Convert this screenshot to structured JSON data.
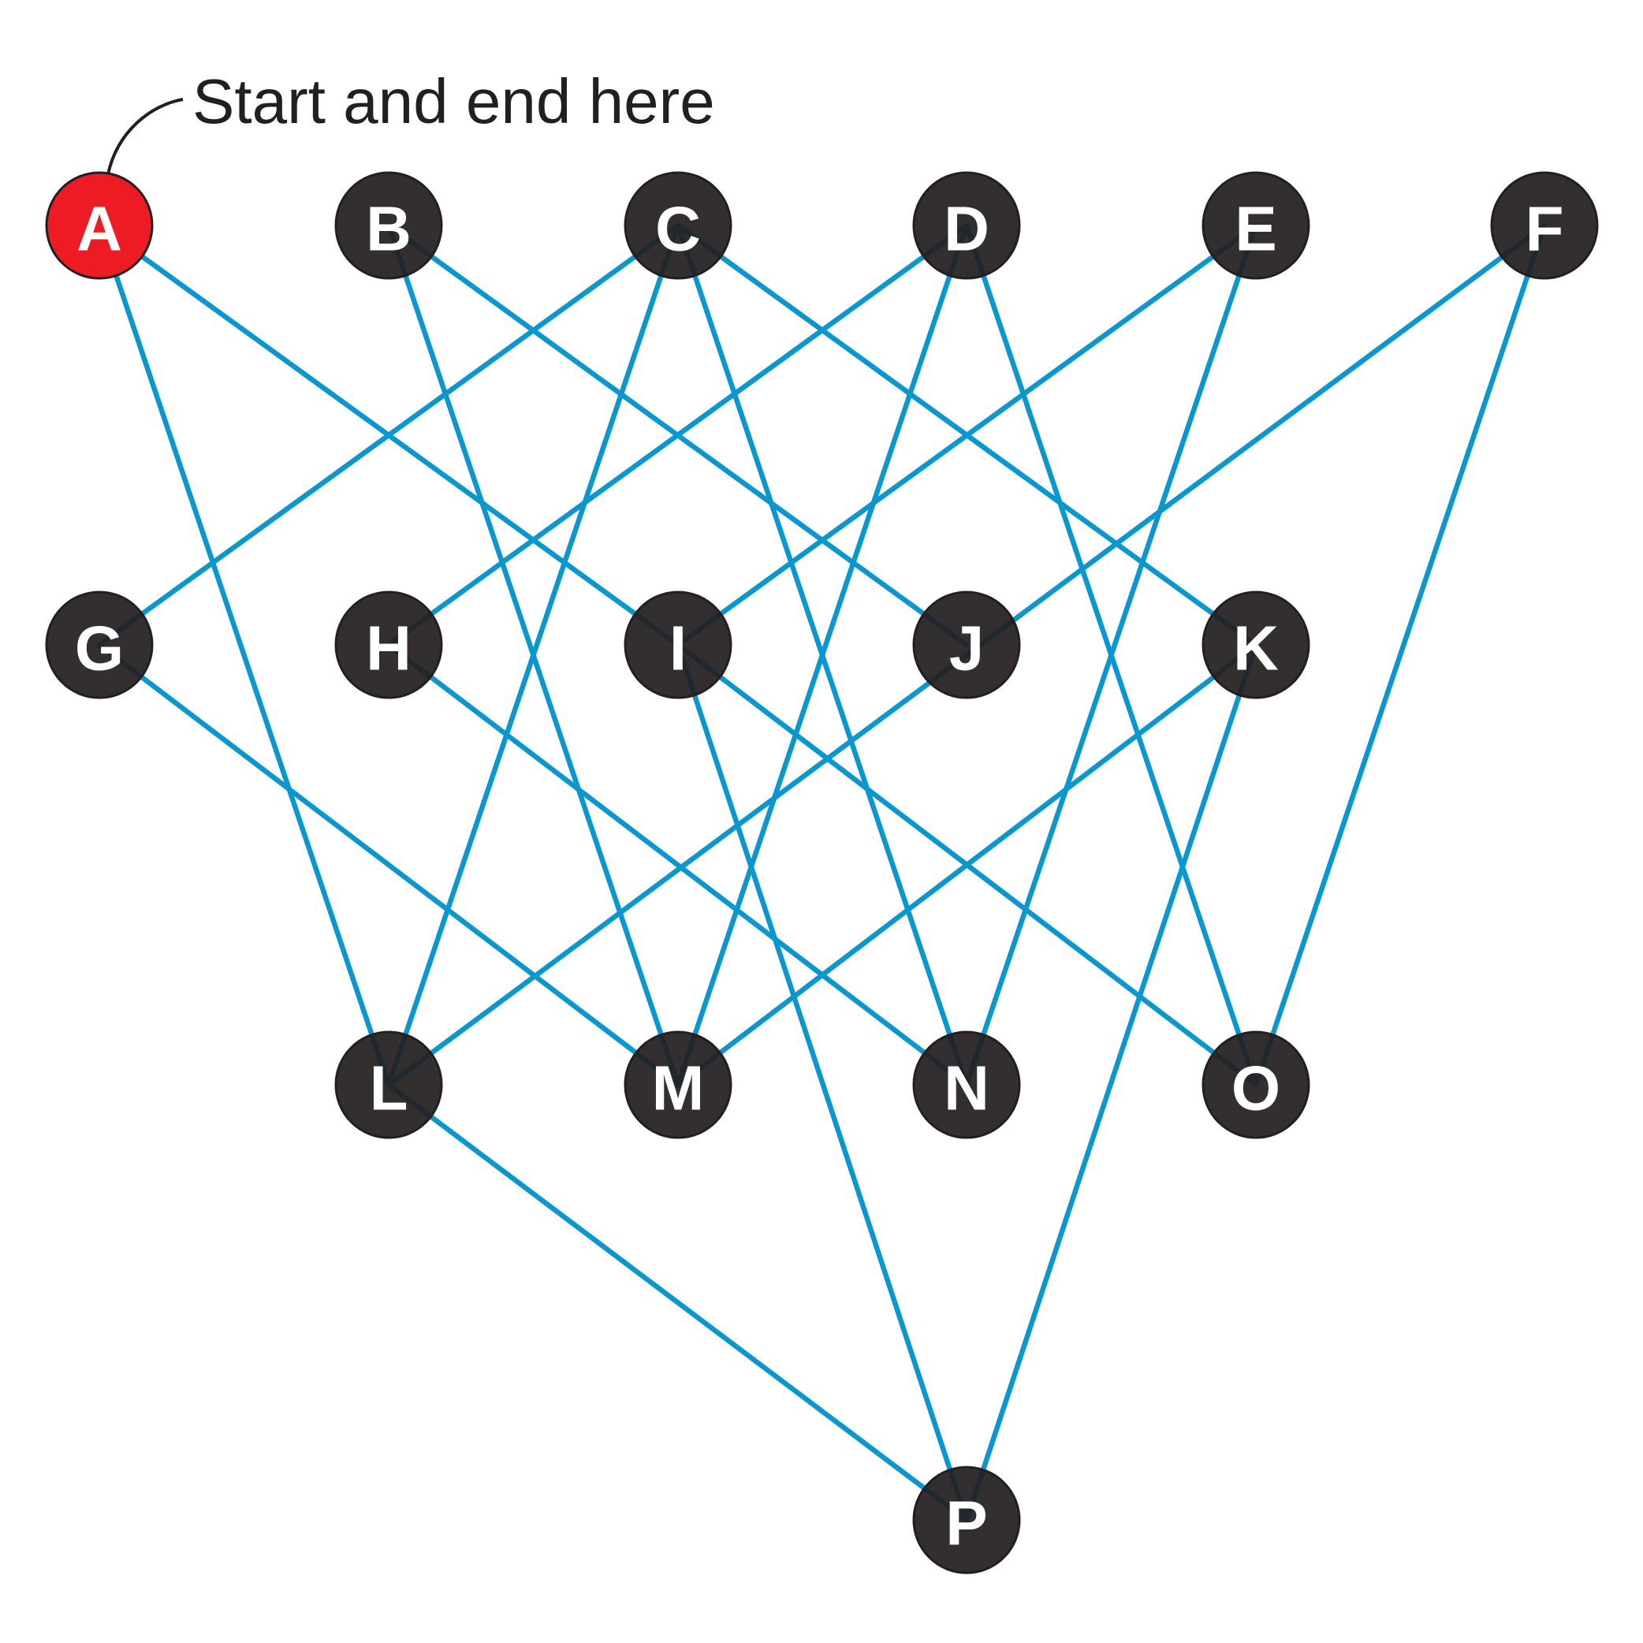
{
  "callout": {
    "text": "Start and end here",
    "target_node": "A"
  },
  "colors": {
    "edge": "#0a97cf",
    "node": "#231f20",
    "start_node": "#ed1c24",
    "label": "#ffffff",
    "callout": "#231f20"
  },
  "start_node": "A",
  "nodes": [
    {
      "id": "A",
      "label": "A"
    },
    {
      "id": "B",
      "label": "B"
    },
    {
      "id": "C",
      "label": "C"
    },
    {
      "id": "D",
      "label": "D"
    },
    {
      "id": "E",
      "label": "E"
    },
    {
      "id": "F",
      "label": "F"
    },
    {
      "id": "G",
      "label": "G"
    },
    {
      "id": "H",
      "label": "H"
    },
    {
      "id": "I",
      "label": "I"
    },
    {
      "id": "J",
      "label": "J"
    },
    {
      "id": "K",
      "label": "K"
    },
    {
      "id": "L",
      "label": "L"
    },
    {
      "id": "M",
      "label": "M"
    },
    {
      "id": "N",
      "label": "N"
    },
    {
      "id": "O",
      "label": "O"
    },
    {
      "id": "P",
      "label": "P"
    }
  ],
  "edges": [
    [
      "A",
      "I"
    ],
    [
      "A",
      "L"
    ],
    [
      "B",
      "J"
    ],
    [
      "B",
      "M"
    ],
    [
      "C",
      "G"
    ],
    [
      "C",
      "K"
    ],
    [
      "C",
      "L"
    ],
    [
      "C",
      "N"
    ],
    [
      "D",
      "H"
    ],
    [
      "D",
      "M"
    ],
    [
      "D",
      "O"
    ],
    [
      "E",
      "I"
    ],
    [
      "E",
      "N"
    ],
    [
      "F",
      "L"
    ],
    [
      "F",
      "O"
    ],
    [
      "G",
      "M"
    ],
    [
      "H",
      "N"
    ],
    [
      "I",
      "O"
    ],
    [
      "I",
      "P"
    ],
    [
      "K",
      "M"
    ],
    [
      "K",
      "P"
    ],
    [
      "L",
      "P"
    ]
  ]
}
